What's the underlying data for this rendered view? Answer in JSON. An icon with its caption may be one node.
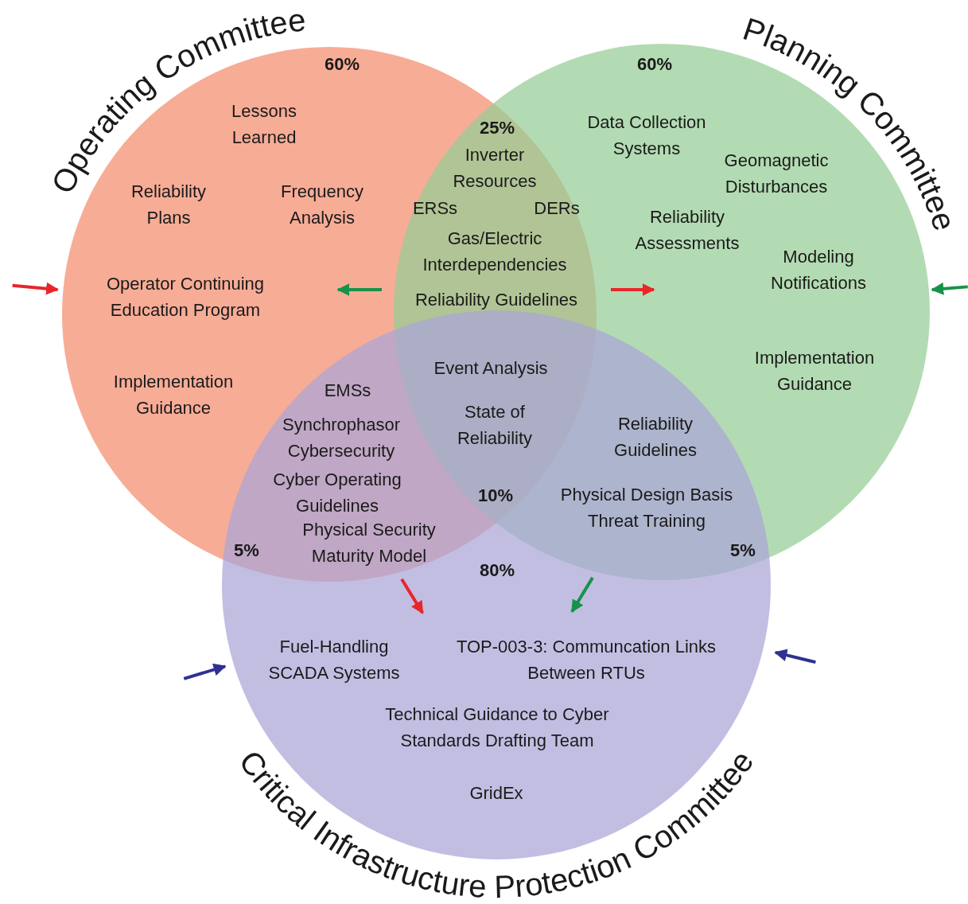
{
  "diagram": {
    "nodes": [
      {
        "text": [
          "Operating Committee"
        ]
      },
      {
        "text": [
          "Planning Committee"
        ]
      },
      {
        "text": [
          "Critical Infrastructure Protection Committee"
        ]
      }
    ],
    "edges": [
      {
        "from": null,
        "to": 0,
        "arrow": "to",
        "color": "#e8262a"
      },
      {
        "from": null,
        "to": 0,
        "arrow": "to",
        "color": "#18924a"
      },
      {
        "from": null,
        "to": 1,
        "arrow": "to",
        "color": "#e8262a"
      },
      {
        "from": null,
        "to": 1,
        "arrow": "to",
        "color": "#18924a"
      },
      {
        "from": 0,
        "to": 2,
        "arrow": "to",
        "color": "#e8262a"
      },
      {
        "from": 1,
        "to": 2,
        "arrow": "to",
        "color": "#18924a"
      },
      {
        "from": null,
        "to": 2,
        "arrow": "to",
        "color": "#2e3192"
      },
      {
        "from": null,
        "to": 2,
        "arrow": "to",
        "color": "#2e3192"
      }
    ],
    "labels": [
      "60%",
      "60%",
      "Lessons Learned",
      "25%",
      "Data Collection Systems",
      "Inverter Resources",
      "Geomagnetic Disturbances",
      "Reliability Plans",
      "Frequency Analysis",
      "ERSs",
      "DERs",
      "Reliability Assessments",
      "Gas/Electric Interdependencies",
      "Modeling Notifications",
      "Operator Continuing Education Program",
      "Reliability Guidelines",
      "Event Analysis",
      "Implementation Guidance",
      "Implementation Guidance",
      "EMSs",
      "Synchrophasor Cybersecurity",
      "State of Reliability",
      "Reliability Guidelines",
      "Cyber Operating Guidelines",
      "10%",
      "Physical Design Basis Threat Training",
      "Physical Security Maturity Model",
      "5%",
      "5%",
      "80%",
      "Fuel-Handling SCADA Systems",
      "TOP-003-3: Communcation Links Between RTUs",
      "Technical Guidance to Cyber Standards Drafting Team",
      "GridEx"
    ]
  }
}
